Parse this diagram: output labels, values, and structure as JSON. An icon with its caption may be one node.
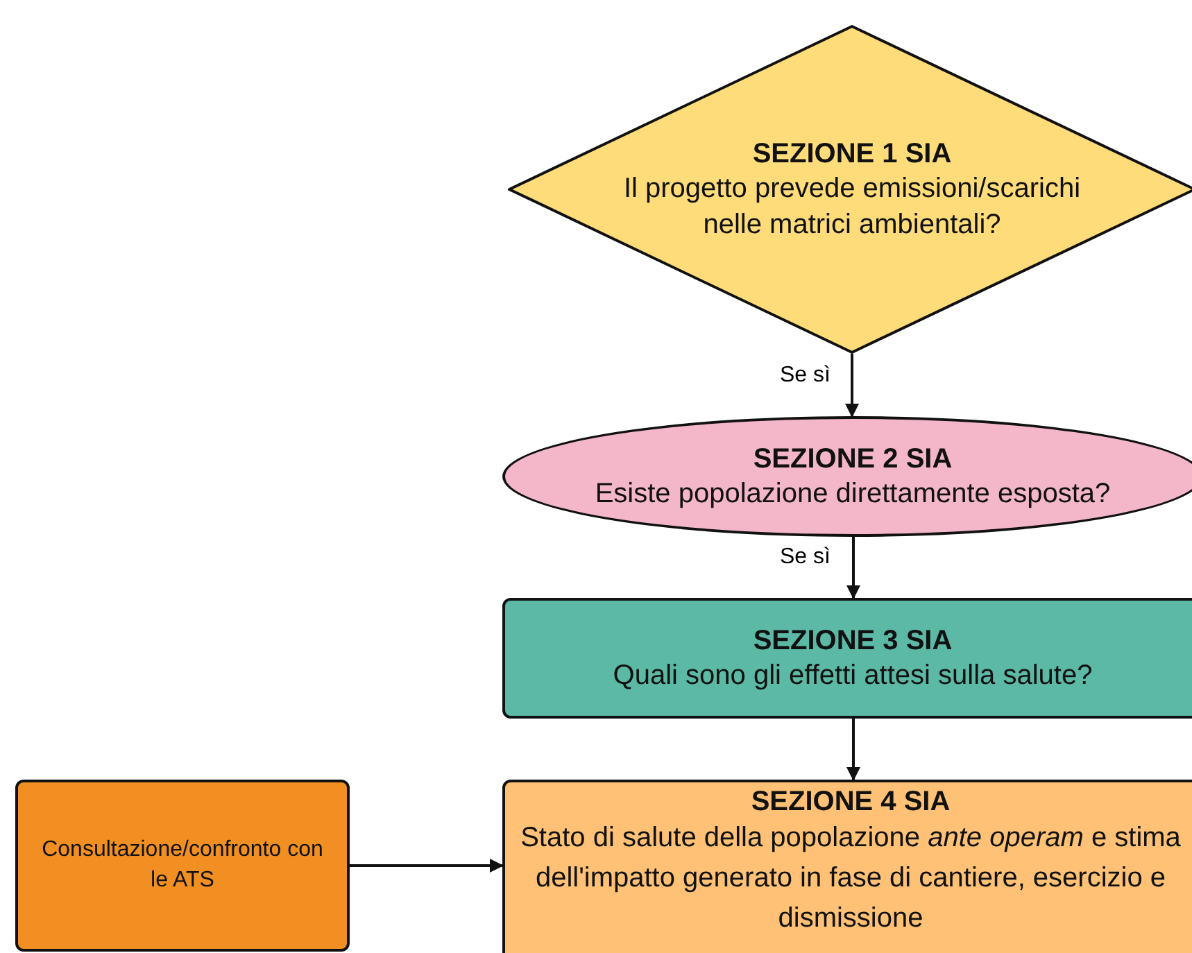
{
  "diagram": {
    "nodes": [
      {
        "text": [
          "SEZIONE 1 SIA",
          "Il progetto prevede emissioni/scarichi nelle matrici ambientali?"
        ]
      },
      {
        "text": [
          "SEZIONE 2 SIA",
          "Esiste popolazione direttamente esposta?"
        ]
      },
      {
        "text": [
          "SEZIONE 3 SIA",
          "Quali sono gli effetti attesi sulla salute?"
        ]
      },
      {
        "text": [
          "SEZIONE 4 SIA",
          "Stato di salute della popolazione *ante operam* e stima dell'impatto generato in fase di cantiere, esercizio e dismissione"
        ]
      },
      {
        "text": [
          "Consultazione/confronto con le ATS"
        ]
      }
    ],
    "edges": [
      {
        "from": 0,
        "to": 1,
        "arrow": "to",
        "label": "Se sì"
      },
      {
        "from": 1,
        "to": 2,
        "arrow": "to",
        "label": "Se sì"
      },
      {
        "from": 2,
        "to": 3,
        "arrow": "to"
      },
      {
        "from": 4,
        "to": 3,
        "arrow": "to"
      }
    ]
  }
}
